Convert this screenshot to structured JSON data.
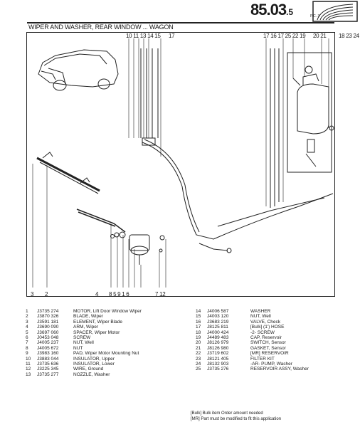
{
  "header": {
    "page_number": "85",
    "page_suffix": ".03",
    "page_sub": ".5",
    "page_code": "P.C. 3",
    "title": "WIPER AND WASHER, REAR WINDOW ... WAGON"
  },
  "callouts": {
    "top_center": "10 11 13 14 15",
    "top_center_2": "17",
    "top_right": "17 16 17 25 22 19",
    "top_right_2": "20 21",
    "top_right_3": "18 23 24",
    "bottom_left": "3",
    "bottom_left_2": "2",
    "bottom_mid": "4",
    "bottom_mid_2": "8 5 9 1 6",
    "bottom_mid_3": "7 12"
  },
  "parts_left": [
    {
      "no": "1",
      "code": "J3735 274",
      "desc": "MOTOR, Lift Door Window Wiper"
    },
    {
      "no": "2",
      "code": "J3870 326",
      "desc": "BLADE, Wiper"
    },
    {
      "no": "3",
      "code": "J3591 181",
      "desc": "ELEMENT, Wiper Blade"
    },
    {
      "no": "4",
      "code": "J3690 090",
      "desc": "ARM, Wiper"
    },
    {
      "no": "5",
      "code": "J3697 060",
      "desc": "SPACER, Wiper Motor"
    },
    {
      "no": "6",
      "code": "J0453 048",
      "desc": "SCREW"
    },
    {
      "no": "7",
      "code": "J4005 237",
      "desc": "NUT, Well"
    },
    {
      "no": "8",
      "code": "J4005 672",
      "desc": "NUT"
    },
    {
      "no": "9",
      "code": "J3983 160",
      "desc": "PAD, Wiper Motor Mounting Nut"
    },
    {
      "no": "10",
      "code": "J3883 044",
      "desc": "INSULATOR, Upper"
    },
    {
      "no": "11",
      "code": "J3735 636",
      "desc": "INSULATOR, Lower"
    },
    {
      "no": "12",
      "code": "J3225 345",
      "desc": "WIRE, Ground"
    },
    {
      "no": "13",
      "code": "J3735 277",
      "desc": "NOZZLE, Washer"
    }
  ],
  "parts_right": [
    {
      "no": "14",
      "code": "J4006 587",
      "desc": "WASHER"
    },
    {
      "no": "15",
      "code": "J4003 120",
      "desc": "NUT, Well"
    },
    {
      "no": "16",
      "code": "J3683 219",
      "desc": "VALVE, Check"
    },
    {
      "no": "17",
      "code": "J8125 811",
      "desc": "[Bulk] (1')  HOSE"
    },
    {
      "no": "18",
      "code": "J4000 424",
      "desc": "-2- SCREW"
    },
    {
      "no": "19",
      "code": "J4489 483",
      "desc": "CAP, Reservoir"
    },
    {
      "no": "20",
      "code": "J8126 979",
      "desc": "SWITCH, Sensor"
    },
    {
      "no": "21",
      "code": "J8126 980",
      "desc": "GASKET, Sensor"
    },
    {
      "no": "22",
      "code": "J3719 602",
      "desc": "[MR]  RESERVOIR"
    },
    {
      "no": "23",
      "code": "J8121 405",
      "desc": "FILTER KIT"
    },
    {
      "no": "24",
      "code": "J8132 903",
      "desc": "-AR- PUMP, Washer"
    },
    {
      "no": "25",
      "code": "J3735 276",
      "desc": "RESERVOIR ASSY, Washer"
    }
  ],
  "notes": [
    "[Bulk] Bulk item    Order amount needed",
    "[MR] Part must be modified to fit this application"
  ]
}
